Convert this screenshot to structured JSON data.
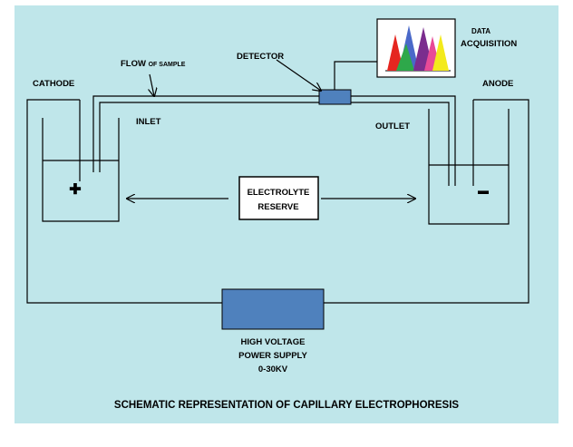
{
  "colors": {
    "panel_background": "#bfe6ea",
    "line": "#000000",
    "box_fill": "#ffffff",
    "power_supply_fill": "#4f81bd",
    "detector_fill": "#4f81bd",
    "peak_colors": [
      "#e52620",
      "#4a69c9",
      "#2ea84a",
      "#7b2d8e",
      "#e84a97",
      "#f3ea1c"
    ]
  },
  "labels": {
    "flow_main": "FLOW",
    "flow_small": "OF SAMPLE",
    "detector": "DETECTOR",
    "data_acquisition_line1": "DATA",
    "data_acquisition_line2": "ACQUISITION",
    "cathode": "CATHODE",
    "anode": "ANODE",
    "inlet": "INLET",
    "outlet": "OUTLET",
    "plus_sign": "✚",
    "minus_sign": "▬",
    "electrolyte_line1": "ELECTROLYTE",
    "electrolyte_line2": "RESERVE",
    "power_line1": "HIGH VOLTAGE",
    "power_line2": "POWER SUPPLY",
    "power_line3": "0-30KV",
    "caption": "SCHEMATIC REPRESENTATION OF CAPILLARY ELECTROPHORESIS"
  },
  "icons": {
    "chromatogram": "chromatogram-peaks-icon"
  }
}
